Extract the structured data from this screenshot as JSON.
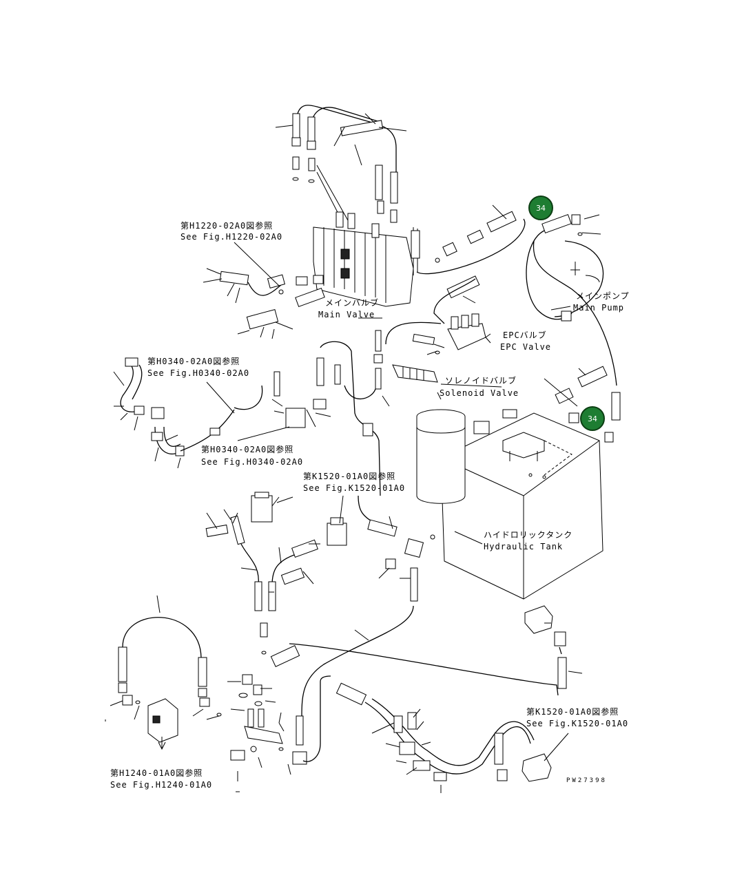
{
  "labels": {
    "ref_h1220_jp": "第H1220-02A0図参照",
    "ref_h1220_en": "See Fig.H1220-02A0",
    "main_valve_jp": "メインバルブ",
    "main_valve_en": "Main Valve",
    "main_pump_jp": "メインポンプ",
    "main_pump_en": "Main Pump",
    "epc_valve_jp": "EPCバルブ",
    "epc_valve_en": "EPC Valve",
    "ref_h0340_a_jp": "第H0340-02A0図参照",
    "ref_h0340_a_en": "See Fig.H0340-02A0",
    "solenoid_valve_jp": "ソレノイドバルブ",
    "solenoid_valve_en": "Solenoid Valve",
    "ref_h0340_b_jp": "第H0340-02A0図参照",
    "ref_h0340_b_en": "See Fig.H0340-02A0",
    "ref_k1520_a_jp": "第K1520-01A0図参照",
    "ref_k1520_a_en": "See Fig.K1520-01A0",
    "hydraulic_tank_jp": "ハイドロリックタンク",
    "hydraulic_tank_en": "Hydraulic Tank",
    "ref_k1520_b_jp": "第K1520-01A0図参照",
    "ref_k1520_b_en": "See Fig.K1520-01A0",
    "ref_h1240_jp": "第H1240-01A0図参照",
    "ref_h1240_en": "See Fig.H1240-01A0",
    "drawing_number": "PW27398"
  },
  "callouts": [
    {
      "number": "34",
      "color": "#1e7d32"
    },
    {
      "number": "34",
      "color": "#1e7d32"
    }
  ]
}
